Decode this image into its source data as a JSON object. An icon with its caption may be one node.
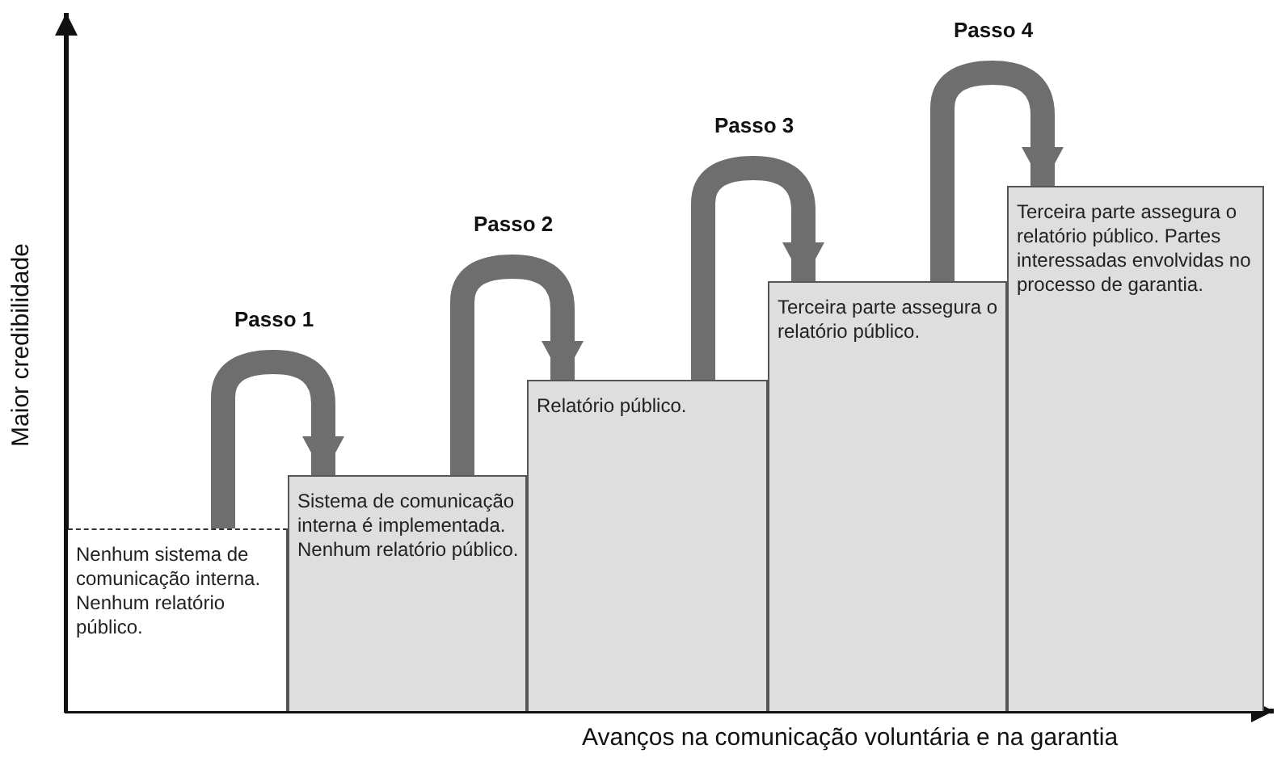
{
  "diagram": {
    "nodes": [
      {
        "text": [
          "Nenhum sistema de comunicação interna. Nenhum relatório público."
        ]
      },
      {
        "text": [
          "Sistema de comunicação interna é implementada. Nenhum relatório público."
        ]
      },
      {
        "text": [
          "Relatório público."
        ]
      },
      {
        "text": [
          "Terceira parte assegura o relatório público."
        ]
      },
      {
        "text": [
          "Terceira parte assegura o relatório público. Partes interessadas envolvidas no processo de garantia."
        ]
      }
    ],
    "edges": [
      {
        "from": 0,
        "to": 1,
        "arrow": "to",
        "label": "Passo 1"
      },
      {
        "from": 1,
        "to": 2,
        "arrow": "to",
        "label": "Passo 2"
      },
      {
        "from": 2,
        "to": 3,
        "arrow": "to",
        "label": "Passo 3"
      },
      {
        "from": 3,
        "to": 4,
        "arrow": "to",
        "label": "Passo 4"
      }
    ],
    "labels": [
      "Maior credibilidade",
      "Avanços na comunicação voluntária e na garantia"
    ]
  }
}
